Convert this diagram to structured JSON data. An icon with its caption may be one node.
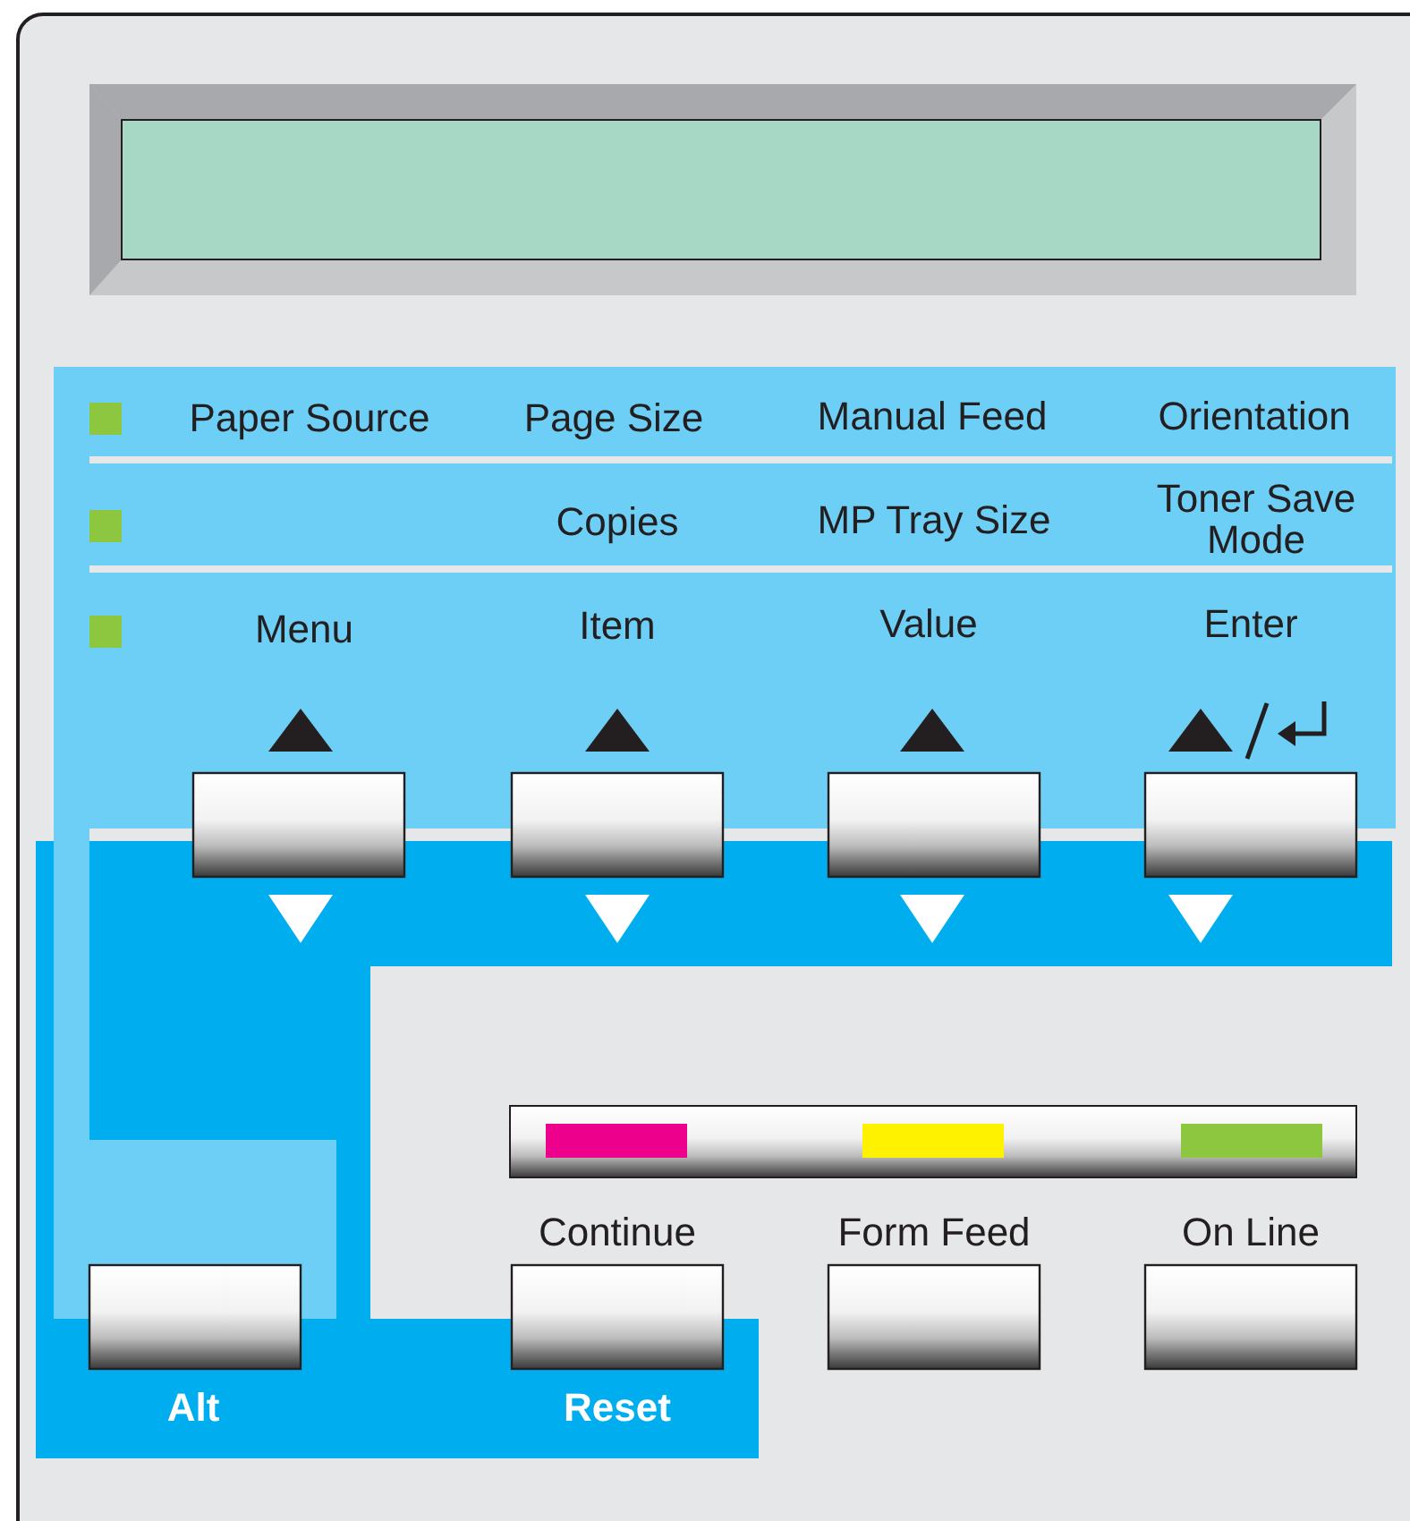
{
  "diagram": {
    "labels": [
      "Paper Source",
      "Page Size",
      "Manual Feed",
      "Orientation",
      "Copies",
      "MP Tray Size",
      "Toner Save Mode",
      "Menu",
      "Item",
      "Value",
      "Enter",
      "Continue",
      "Form Feed",
      "On Line",
      "Alt",
      "Reset"
    ]
  }
}
